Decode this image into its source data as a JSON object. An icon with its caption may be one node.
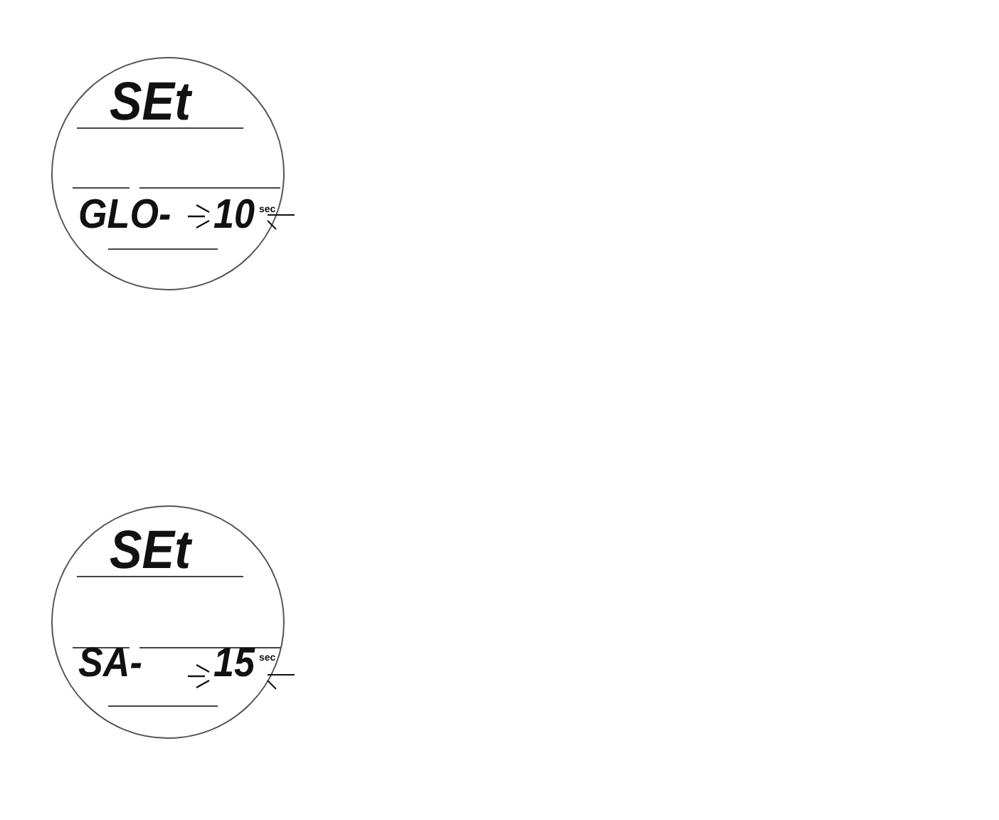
{
  "diagram": {
    "nodes": [
      {
        "text": [
          "SEt",
          "GLO-",
          "10",
          "sec"
        ]
      },
      {
        "text": [
          "SEt",
          "SA-",
          "15",
          "sec"
        ]
      }
    ]
  }
}
